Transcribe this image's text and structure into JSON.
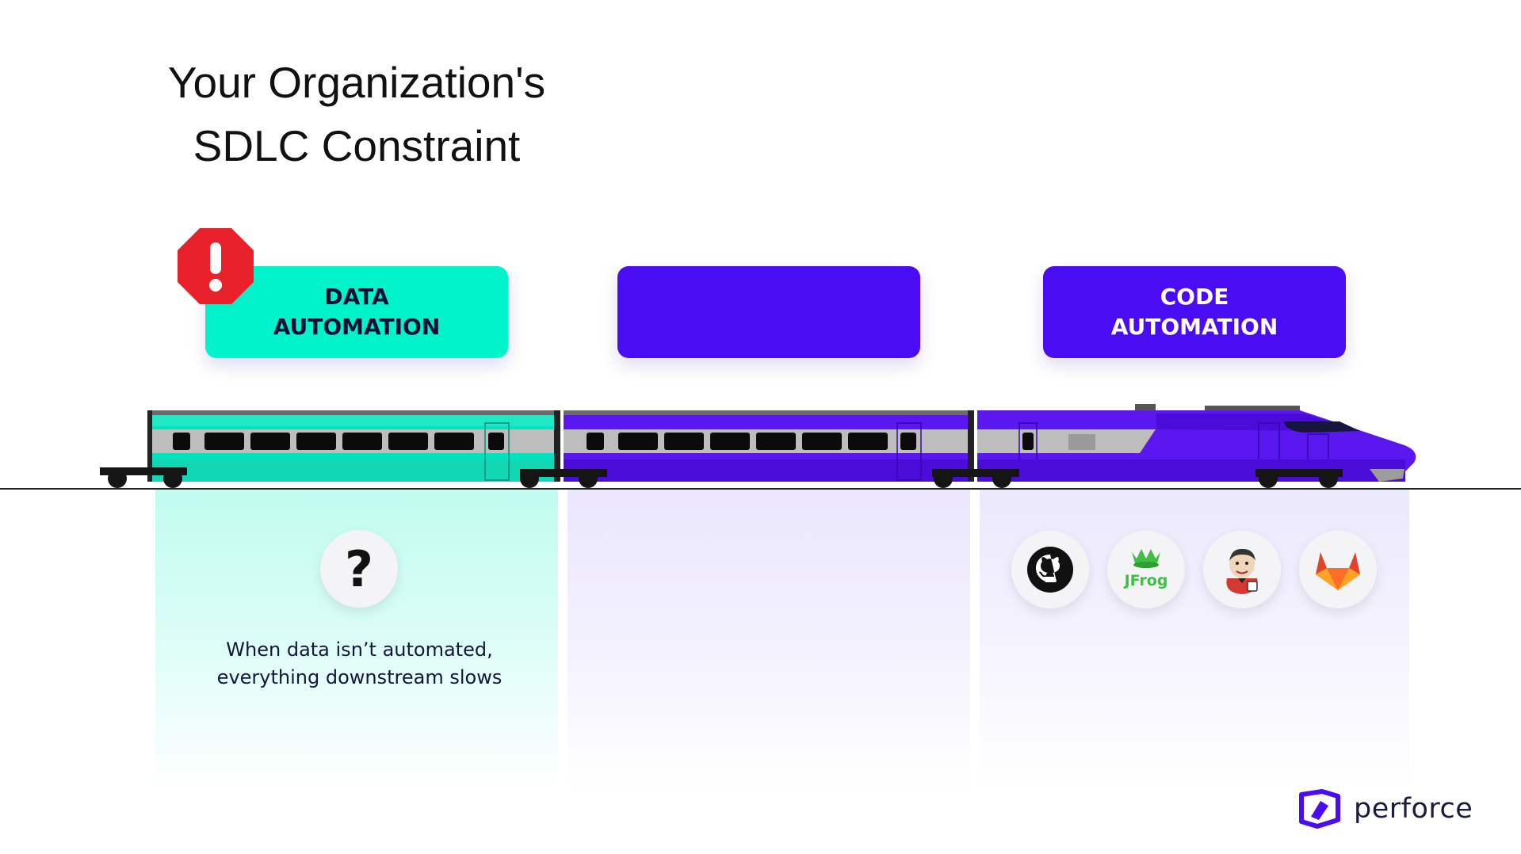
{
  "title": {
    "line1": "Your Organization's",
    "line2": "SDLC Constraint"
  },
  "stages": {
    "data": {
      "line1": "DATA",
      "line2": "AUTOMATION",
      "color": "#00f4cc",
      "status": "warning"
    },
    "middle": {
      "line1": "",
      "line2": "",
      "color": "#4a0cf2"
    },
    "code": {
      "line1": "CODE",
      "line2": "AUTOMATION",
      "color": "#4a0cf2"
    }
  },
  "data_panel": {
    "icon": "question-mark-icon",
    "question_mark": "?",
    "caption_line1": "When data isn’t automated,",
    "caption_line2": "everything downstream slows"
  },
  "code_tools": [
    {
      "name": "github-icon",
      "label": "GitHub"
    },
    {
      "name": "jfrog-icon",
      "label": "JFrog"
    },
    {
      "name": "jenkins-icon",
      "label": "Jenkins"
    },
    {
      "name": "gitlab-icon",
      "label": "GitLab"
    }
  ],
  "jfrog_logo_text": "JFrog",
  "warning_icon": "warning-octagon-icon",
  "brand": {
    "name": "perforce",
    "color": "#4a0cf2"
  }
}
